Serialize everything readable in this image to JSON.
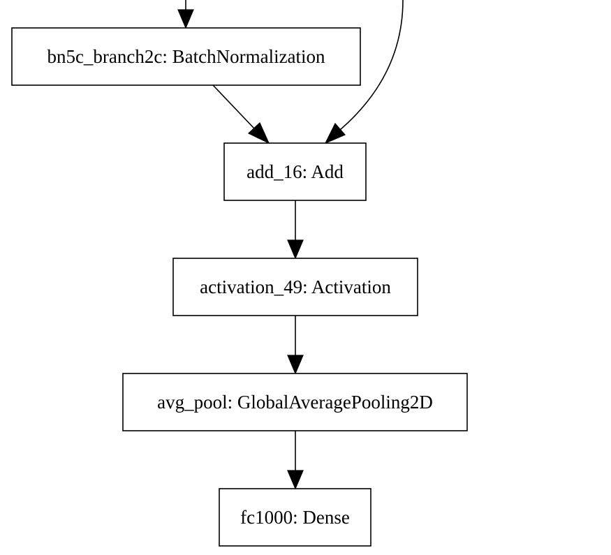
{
  "diagram": {
    "nodes": [
      {
        "id": "bn5c_branch2c",
        "label": "bn5c_branch2c: BatchNormalization"
      },
      {
        "id": "add_16",
        "label": "add_16: Add"
      },
      {
        "id": "activation_49",
        "label": "activation_49: Activation"
      },
      {
        "id": "avg_pool",
        "label": "avg_pool: GlobalAveragePooling2D"
      },
      {
        "id": "fc1000",
        "label": "fc1000: Dense"
      }
    ],
    "edges": [
      {
        "from": "",
        "to": "bn5c_branch2c"
      },
      {
        "from": "bn5c_branch2c",
        "to": "add_16"
      },
      {
        "from": "",
        "to": "add_16"
      },
      {
        "from": "add_16",
        "to": "activation_49"
      },
      {
        "from": "activation_49",
        "to": "avg_pool"
      },
      {
        "from": "avg_pool",
        "to": "fc1000"
      }
    ]
  }
}
